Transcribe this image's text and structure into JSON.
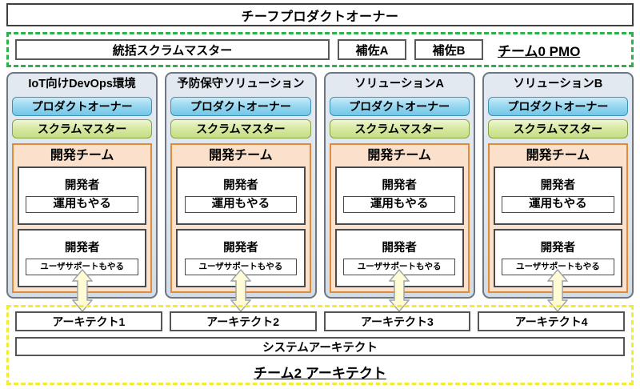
{
  "diagram": {
    "title_bar": {
      "label": "チーフプロダクトオーナー"
    },
    "pmo": {
      "scrum_master_label": "統括スクラムマスター",
      "assistant_a_label": "補佐A",
      "assistant_b_label": "補佐B",
      "team_label": "チーム0 PMO",
      "border_color": "#2bb24c"
    },
    "roles": {
      "product_owner": "プロダクトオーナー",
      "scrum_master": "スクラムマスター",
      "dev_team": "開発チーム",
      "developer": "開発者",
      "note_ops": "運用もやる",
      "note_support": "ユーザサポートもやる"
    },
    "teams": [
      {
        "title": "IoT向けDevOps環境",
        "product_owner": "プロダクトオーナー",
        "scrum_master": "スクラムマスター",
        "dev_team_title": "開発チーム",
        "developers": [
          {
            "role": "開発者",
            "note": "運用もやる"
          },
          {
            "role": "開発者",
            "note": "ユーザサポートもやる"
          }
        ]
      },
      {
        "title": "予防保守ソリューション",
        "product_owner": "プロダクトオーナー",
        "scrum_master": "スクラムマスター",
        "dev_team_title": "開発チーム",
        "developers": [
          {
            "role": "開発者",
            "note": "運用もやる"
          },
          {
            "role": "開発者",
            "note": "ユーザサポートもやる"
          }
        ]
      },
      {
        "title": "ソリューションA",
        "product_owner": "プロダクトオーナー",
        "scrum_master": "スクラムマスター",
        "dev_team_title": "開発チーム",
        "developers": [
          {
            "role": "開発者",
            "note": "運用もやる"
          },
          {
            "role": "開発者",
            "note": "ユーザサポートもやる"
          }
        ]
      },
      {
        "title": "ソリューションB",
        "product_owner": "プロダクトオーナー",
        "scrum_master": "スクラムマスター",
        "dev_team_title": "開発チーム",
        "developers": [
          {
            "role": "開発者",
            "note": "運用もやる"
          },
          {
            "role": "開発者",
            "note": "ユーザサポートもやる"
          }
        ]
      }
    ],
    "architects": {
      "boxes": [
        "アーキテクト1",
        "アーキテクト2",
        "アーキテクト3",
        "アーキテクト4"
      ],
      "system_architect_label": "システムアーキテクト",
      "team_label": "チーム2 アーキテクト",
      "border_color": "#f2ec35"
    },
    "colors": {
      "product_owner_fill": "#9ad8f0",
      "scrum_master_fill": "#d8e9a4",
      "dev_team_fill": "#fbe1cb",
      "dev_team_border": "#e08b38",
      "card_fill": "#dfe6ee",
      "arrow_fill": "#fffbd4",
      "arrow_stroke": "#9aa0a6"
    }
  }
}
